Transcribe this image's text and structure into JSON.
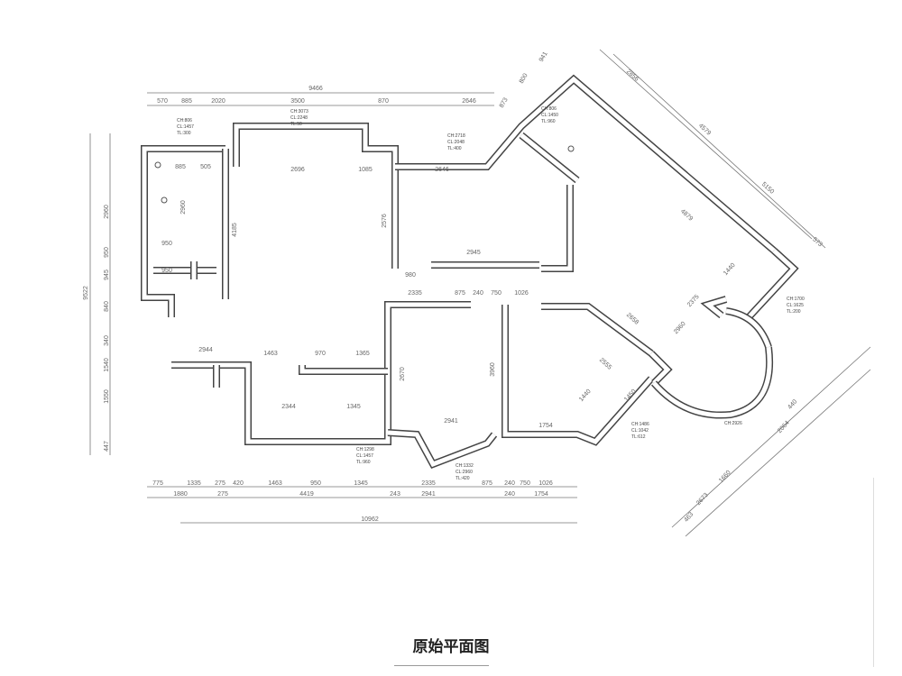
{
  "title": "原始平面图",
  "dimensions": {
    "top_overall": "9466",
    "top_segments": [
      "570",
      "885",
      "2020",
      "3500",
      "870",
      "2646"
    ],
    "top_right_segments": [
      "873",
      "800",
      "941"
    ],
    "left_overall": "9522",
    "left_segments": [
      "2960",
      "950",
      "945",
      "840",
      "340",
      "1540",
      "1550",
      "447"
    ],
    "bottom_row1": [
      "775",
      "1335",
      "275",
      "420",
      "1463",
      "950",
      "1345",
      "2335",
      "875",
      "240",
      "750",
      "1026"
    ],
    "bottom_row2": [
      "1880",
      "275",
      "4419",
      "243",
      "2941",
      "240",
      "1754"
    ],
    "bottom_overall": "10962",
    "interior": [
      "885",
      "505",
      "2696",
      "1085",
      "2646",
      "4185",
      "2576",
      "980",
      "2945",
      "2335",
      "875",
      "240",
      "750",
      "1026",
      "2944",
      "1463",
      "970",
      "1365",
      "2344",
      "1345",
      "2941",
      "1754",
      "2670",
      "3960",
      "2960",
      "950",
      "950"
    ],
    "right_diagonal": [
      "2856",
      "4579",
      "5150",
      "573",
      "4879",
      "1440",
      "2375",
      "2960",
      "2658",
      "1450",
      "2555",
      "1440",
      "2064",
      "1660",
      "2673",
      "463",
      "440"
    ]
  },
  "room_notes": [
    [
      "CH:806",
      "CL:1457",
      "TL:300"
    ],
    [
      "CH:3073",
      "CL:2248",
      "TL:50"
    ],
    [
      "CH:2718",
      "CL:2048",
      "TL:400"
    ],
    [
      "CH:806",
      "CL:1450",
      "TL:960"
    ],
    [
      "CH:1700",
      "CL:1625",
      "TL:200"
    ],
    [
      "CH:1486",
      "CL:1042",
      "TL:612"
    ],
    [
      "CH:2926"
    ],
    [
      "CH:1332",
      "CL:2960",
      "TL:420"
    ],
    [
      "CH:1298",
      "CL:1457",
      "TL:960"
    ]
  ]
}
